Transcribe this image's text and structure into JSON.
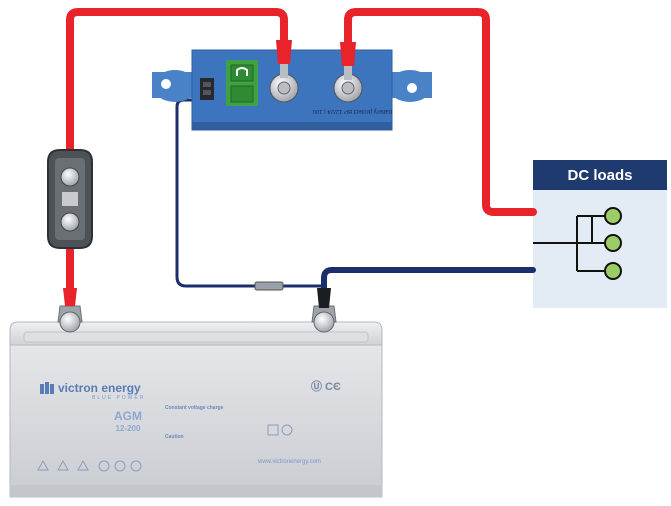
{
  "dc_loads": {
    "title": "DC loads"
  },
  "battery_protect": {
    "label": "battery protect  BP 12/24 | 100"
  },
  "battery": {
    "brand": "victron energy",
    "brand_sub": "BLUE POWER",
    "type": "AGM",
    "model": "12-200",
    "constant_voltage_title": "Constant voltage charge",
    "caution_title": "Caution",
    "certifications": "Ⓤ CЄ",
    "website": "www.victronenergy.com"
  },
  "colors": {
    "positive_wire": "#e8232a",
    "negative_wire": "#1a2f6b",
    "sense_wire": "#1a2f6b",
    "battery_body": "#d6d8dc",
    "protect_body": "#4a82c8",
    "dc_box": "#e3ecf5",
    "dc_header": "#1f3a6e",
    "load_dot": "#9ccc65"
  }
}
